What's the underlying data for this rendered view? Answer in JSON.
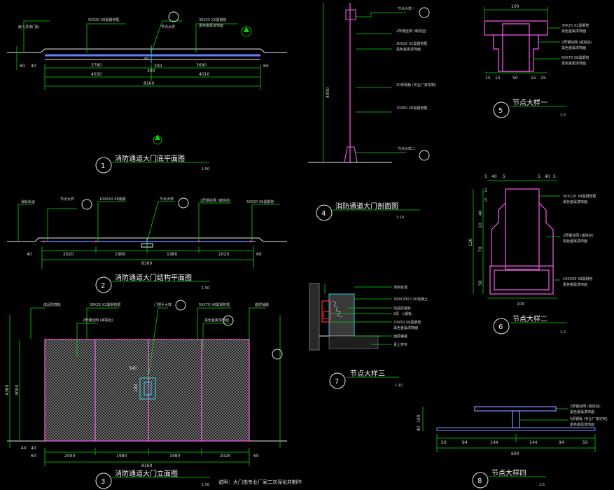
{
  "views": {
    "v1": {
      "number": "1",
      "title": "消防通道大门底平面图",
      "scale": "1:50"
    },
    "v2": {
      "number": "2",
      "title": "消防通道大门结构平面图",
      "scale": "1:50"
    },
    "v3": {
      "number": "3",
      "title": "消防通道大门立面图",
      "scale": "1:50"
    },
    "v4": {
      "number": "4",
      "title": "消防通道大门剖面图",
      "scale": "1:10"
    },
    "v5": {
      "number": "5",
      "title": "节点大样一",
      "scale": "1:2"
    },
    "v6": {
      "number": "6",
      "title": "节点大样二",
      "scale": "1:2"
    },
    "v7": {
      "number": "7",
      "title": "节点大样三",
      "scale": "1:10"
    },
    "v8": {
      "number": "8",
      "title": "节点大样四",
      "scale": "1:5"
    }
  },
  "note": "说明：大门由专业厂家二次深化并制作",
  "plan1": {
    "callouts": [
      "嵌入式滑门轨",
      "50X20 X8黑钢管框",
      "节点大样",
      "30X25 X2黑钢管",
      "黑色金属漆饰面"
    ],
    "dims": [
      "3780",
      "3690",
      "4030",
      "4010",
      "8160",
      "40",
      "300",
      "300",
      "60",
      "40",
      "60"
    ]
  },
  "plan2": {
    "callouts": [
      "滑轨轨道",
      "节点大样",
      "100X50 X8黑钢",
      "节点大样",
      "2厚钢丝网 (或铁丝)",
      "50X20 X8黑钢管"
    ],
    "dims": [
      "2020",
      "1980",
      "1980",
      "2020",
      "8160",
      "40",
      "60"
    ]
  },
  "elev3": {
    "callouts": [
      "成品防撞轮",
      "30X25 X2黑钢管框",
      "2厚钢丝网 (或铁丝)",
      "门把手大样",
      "50X70 X8黑钢管框",
      "黑色金属漆饰面",
      "面层铺装"
    ],
    "dims": [
      "2000",
      "1980",
      "1980",
      "2020",
      "8160",
      "60",
      "60",
      "40",
      "4000",
      "4360",
      "340",
      "180",
      "40"
    ]
  },
  "sec4": {
    "callouts": [
      "节点大样一",
      "2厚钢丝网 (或铁丝)",
      "30X25 X2黑钢管框",
      "黑色金属漆饰面",
      "10厚钢板 (专业厂家定制)",
      "70X50 X8黑钢管框",
      "节点大样二"
    ],
    "dims": [
      "4000"
    ]
  },
  "det5": {
    "callouts": [
      "30X25 X2黑钢管",
      "黑色金属漆饰面",
      "2厚钢丝网 (或铁丝)",
      "黑色金属漆饰面",
      "50X70 X8黑钢管",
      "黑色金属漆饰面"
    ],
    "dims": [
      "100",
      "15",
      "15",
      "50",
      "15",
      "15"
    ]
  },
  "det6": {
    "callouts": [
      "50X120 X8黑钢管框",
      "黑色金属漆饰面",
      "2厚钢丝网 (或铁丝)",
      "黑色金属漆饰面",
      "100X50 X8黑钢管",
      "黑色金属漆饰面"
    ],
    "dims": [
      "5",
      "40",
      "5",
      "5",
      "40",
      "5",
      "100",
      "5",
      "5",
      "40",
      "10",
      "70",
      "50",
      "120"
    ]
  },
  "det7": {
    "callouts": [
      "滑轨轨道",
      "300X200 C20混凝土",
      "成品防撞轮",
      "2厚 - L钢板",
      "70X50 X8黑钢管",
      "黑色金属漆饰面",
      "面层铺装",
      "素土夯实"
    ]
  },
  "det8": {
    "callouts": [
      "2厚钢丝网 (或铁丝)",
      "黑色金属漆饰面",
      "5厚钢板 (专业厂家定制)",
      "黑色金属漆饰面"
    ],
    "dims": [
      "50",
      "94",
      "144",
      "144",
      "94",
      "50",
      "600",
      "100",
      "40"
    ]
  }
}
